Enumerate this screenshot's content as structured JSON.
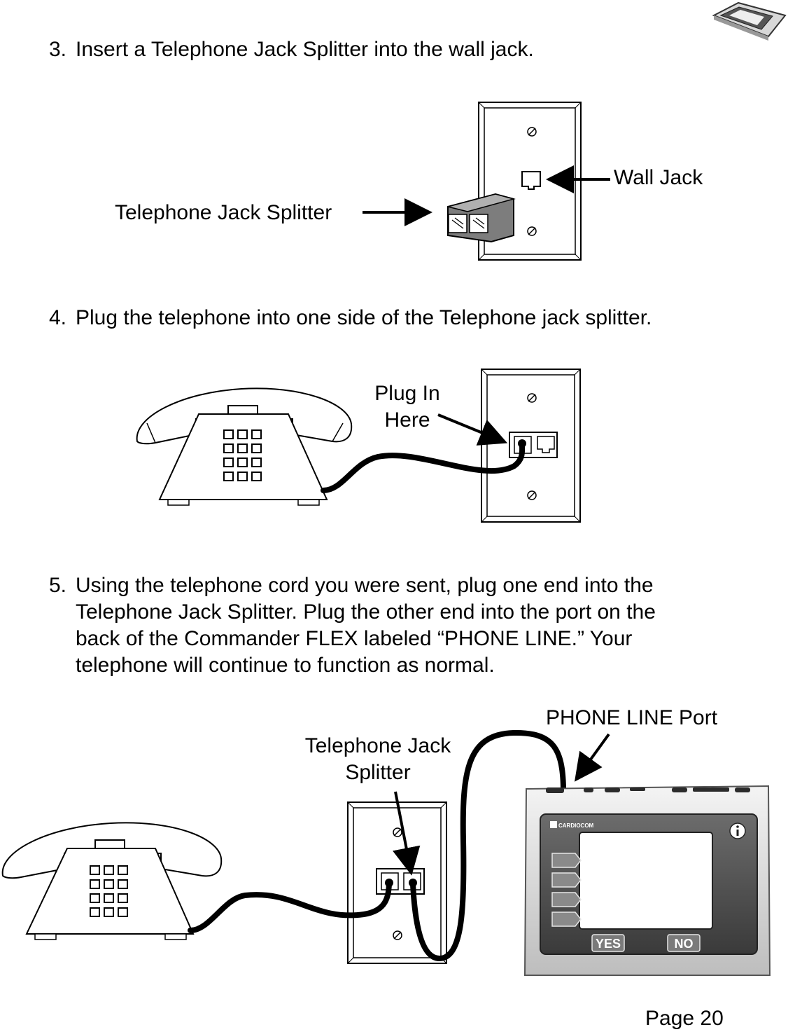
{
  "steps": [
    {
      "num": "3.",
      "lines": [
        "Insert a Telephone Jack Splitter into the wall jack."
      ]
    },
    {
      "num": "4.",
      "lines": [
        "Plug the telephone into one side of the Telephone jack splitter."
      ]
    },
    {
      "num": "5.",
      "lines": [
        "Using the telephone cord you were sent, plug one end into the",
        "Telephone Jack Splitter.  Plug the other end into the port on the",
        "back of the Commander FLEX labeled “PHONE LINE.”  Your",
        "telephone will continue to function as normal."
      ]
    }
  ],
  "figure1": {
    "splitter_label": "Telephone Jack Splitter",
    "wall_jack_label": "Wall Jack"
  },
  "figure2": {
    "plug_label_1": "Plug In",
    "plug_label_2": "Here"
  },
  "figure3": {
    "splitter_label_1": "Telephone Jack",
    "splitter_label_2": "Splitter",
    "port_label": "PHONE LINE Port",
    "device_brand": "CARDIOCOM",
    "yes_label": "YES",
    "no_label": "NO"
  },
  "footer": {
    "page": "Page 20"
  }
}
